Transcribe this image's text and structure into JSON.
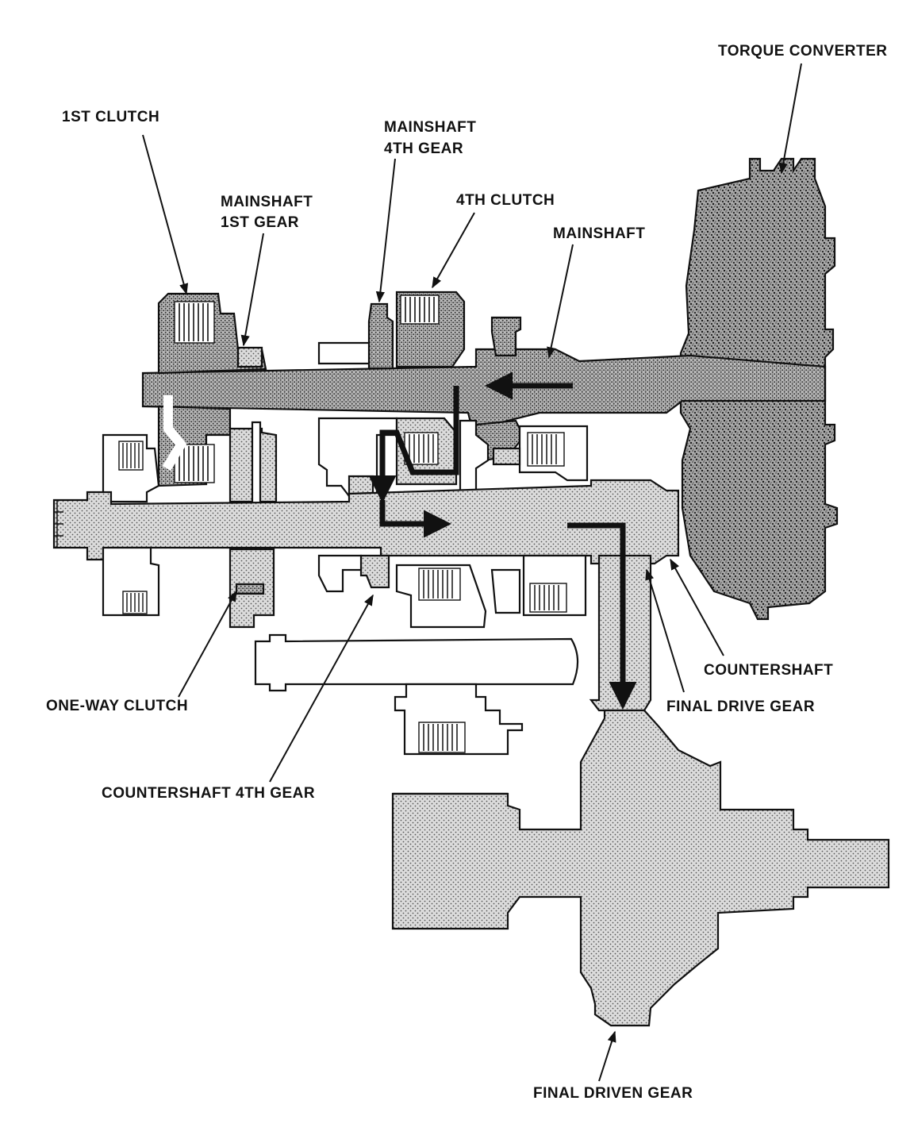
{
  "labels": {
    "torque_converter": "TORQUE CONVERTER",
    "first_clutch": "1ST CLUTCH",
    "mainshaft_4th_gear_line1": "MAINSHAFT",
    "mainshaft_4th_gear_line2": "4TH GEAR",
    "mainshaft_1st_gear_line1": "MAINSHAFT",
    "mainshaft_1st_gear_line2": "1ST GEAR",
    "fourth_clutch": "4TH CLUTCH",
    "mainshaft": "MAINSHAFT",
    "countershaft": "COUNTERSHAFT",
    "final_drive_gear": "FINAL DRIVE GEAR",
    "one_way_clutch": "ONE-WAY CLUTCH",
    "countershaft_4th_gear": "COUNTERSHAFT 4TH GEAR",
    "final_driven_gear": "FINAL DRIVEN GEAR"
  },
  "colors": {
    "ink": "#111111",
    "paper": "#ffffff",
    "stipple_light": "#d6d6d6",
    "stipple_dark": "#9a9a9a"
  }
}
